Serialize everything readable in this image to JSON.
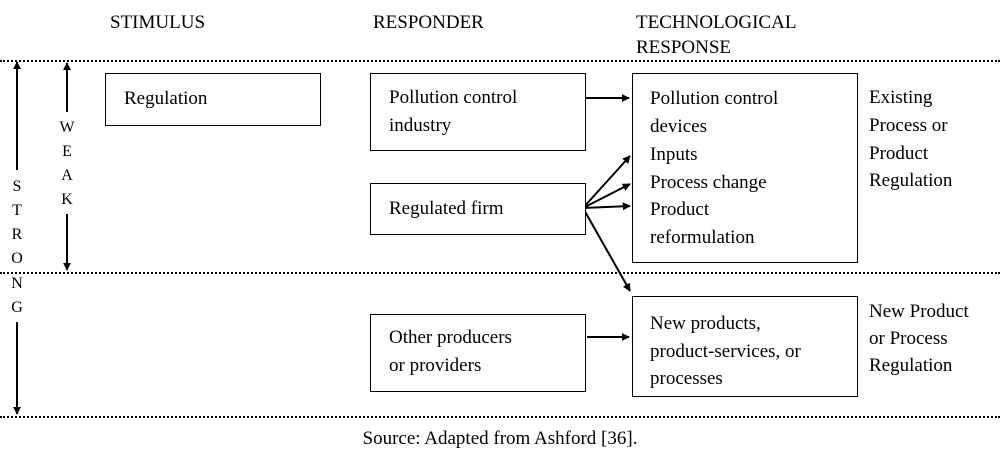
{
  "headers": {
    "stimulus": "STIMULUS",
    "responder": "RESPONDER",
    "tech_line1": "TECHNOLOGICAL",
    "tech_line2": "RESPONSE"
  },
  "boxes": {
    "regulation": "Regulation",
    "pollution_industry": [
      "Pollution control",
      "industry"
    ],
    "regulated_firm": "Regulated firm",
    "other_producers": [
      "Other producers",
      "or providers"
    ],
    "existing_response": [
      "Pollution control",
      "devices",
      "Inputs",
      "Process change",
      "Product",
      "reformulation"
    ],
    "new_response": [
      "New products,",
      "product-services, or",
      "processes"
    ]
  },
  "side_labels": {
    "existing": [
      "Existing",
      "Process or",
      "Product",
      "Regulation"
    ],
    "new": [
      "New Product",
      "or Process",
      "Regulation"
    ]
  },
  "axis": {
    "strong": [
      "S",
      "T",
      "R",
      "O",
      "N",
      "G"
    ],
    "weak": [
      "W",
      "E",
      "A",
      "K"
    ]
  },
  "caption": "Source: Adapted from Ashford [36]."
}
